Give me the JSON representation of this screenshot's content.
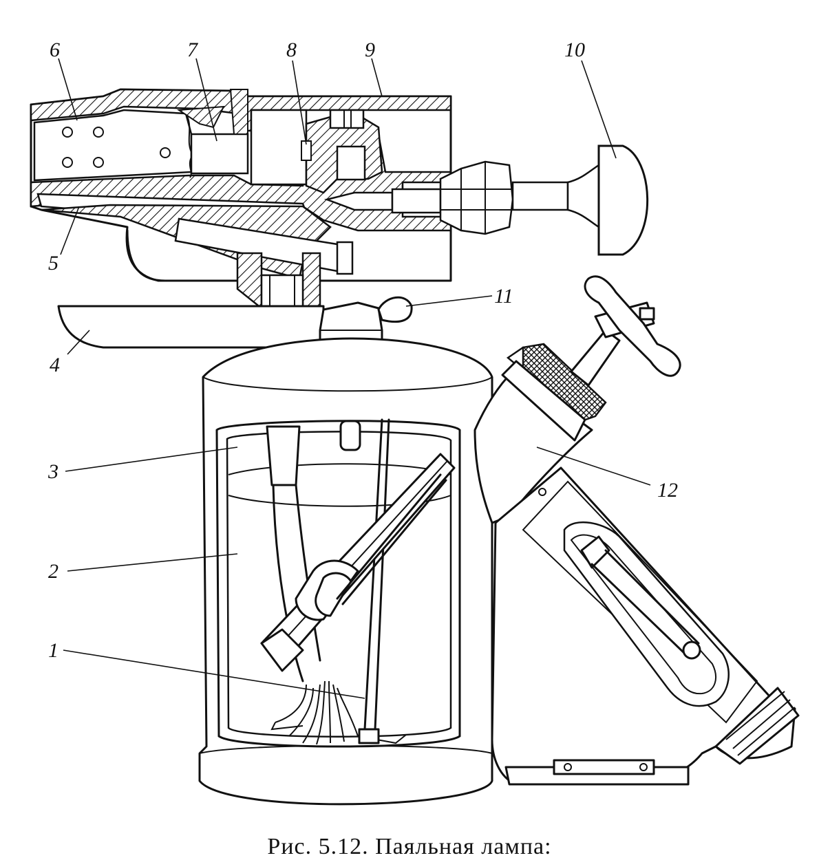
{
  "figure": {
    "caption": "Рис. 5.12. Паяльная лампа:",
    "callouts": [
      {
        "id": "1",
        "text": "1"
      },
      {
        "id": "2",
        "text": "2"
      },
      {
        "id": "3",
        "text": "3"
      },
      {
        "id": "4",
        "text": "4"
      },
      {
        "id": "5",
        "text": "5"
      },
      {
        "id": "6",
        "text": "6"
      },
      {
        "id": "7",
        "text": "7"
      },
      {
        "id": "8",
        "text": "8"
      },
      {
        "id": "9",
        "text": "9"
      },
      {
        "id": "10",
        "text": "10"
      },
      {
        "id": "11",
        "text": "11"
      },
      {
        "id": "12",
        "text": "12"
      }
    ]
  },
  "colors": {
    "ink": "#111111",
    "paper": "#ffffff"
  }
}
